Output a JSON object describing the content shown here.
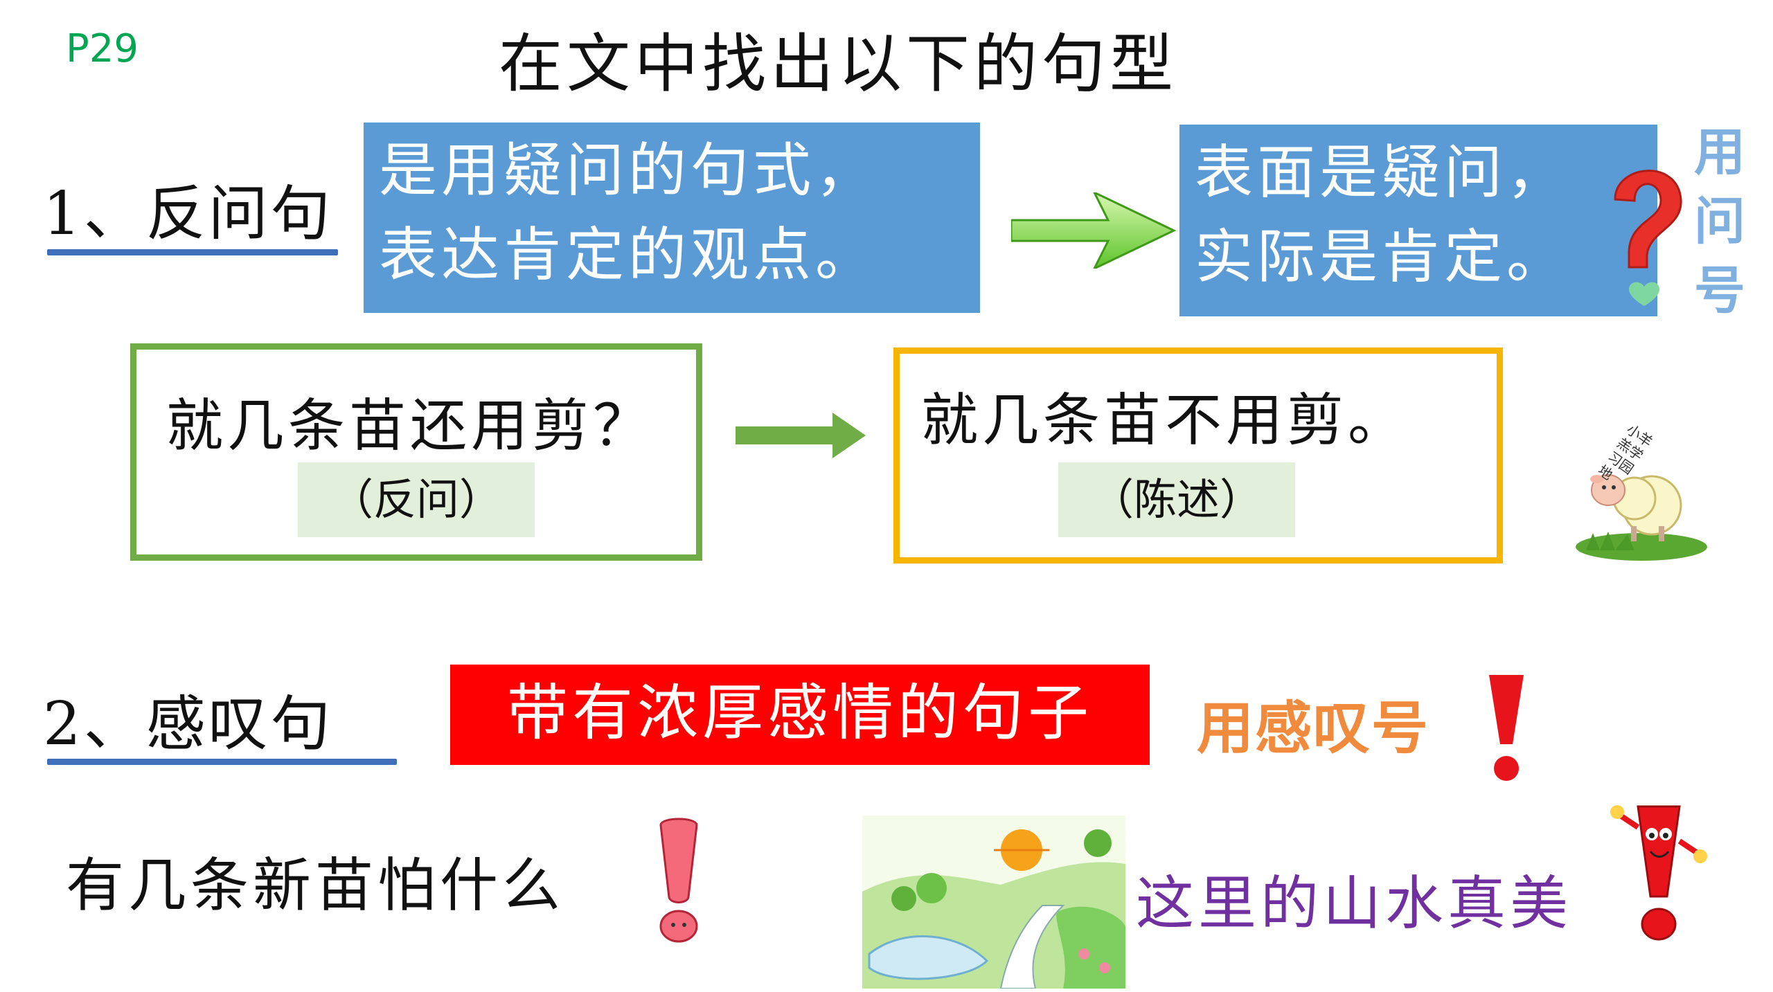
{
  "page_number": "P29",
  "title": "在文中找出以下的句型",
  "section1": {
    "heading": "1、反问句",
    "definition_lines": [
      "是用疑问的句式，",
      "表达肯定的观点。"
    ],
    "summary_lines": [
      "表面是疑问，",
      "实际是肯定。"
    ],
    "vertical_note": [
      "用",
      "问",
      "号"
    ],
    "example_question": "就几条苗还用剪？",
    "example_question_tag": "（反问）",
    "example_statement": "就几条苗不用剪。",
    "example_statement_tag": "（陈述）"
  },
  "section2": {
    "heading": "2、感叹句",
    "definition": "带有浓厚感情的句子",
    "note": "用感叹号",
    "example1": "有几条新苗怕什么",
    "example2": "这里的山水真美"
  },
  "sheep_logo_text": "小羊羔学习园地",
  "colors": {
    "page_number": "#00a651",
    "blue_box": "#5b9bd5",
    "green_frame": "#70ad47",
    "gold_frame": "#f7b500",
    "red_box": "#ff0000",
    "orange_note": "#f08a3c",
    "purple_text": "#7030a0",
    "underline": "#3f6fb8"
  }
}
